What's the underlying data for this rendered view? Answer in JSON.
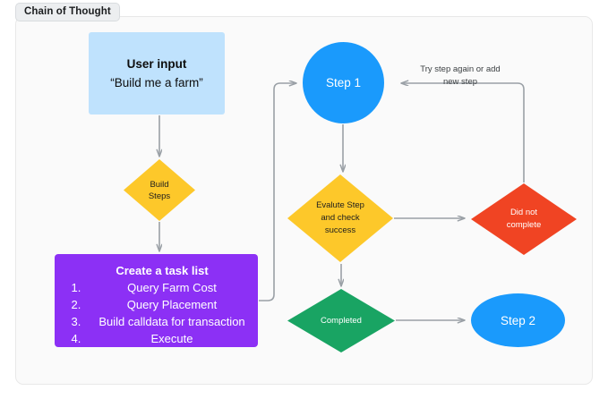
{
  "badge": {
    "label": "Chain of Thought"
  },
  "colors": {
    "canvas_bg": "#fafafa",
    "user_input": "#bfe2fd",
    "task_list": "#8c30f5",
    "decision_yellow": "#fdc82a",
    "error_red": "#f04423",
    "success_green": "#19a463",
    "step_blue": "#1a9afc",
    "edge_gray": "#9aa0a6"
  },
  "nodes": {
    "user_input": {
      "title": "User input",
      "subtitle": "“Build me a farm”",
      "shape": "rectangle"
    },
    "build_steps": {
      "line1": "Build",
      "line2": "Steps",
      "shape": "diamond"
    },
    "task_list": {
      "title": "Create a task list",
      "items": [
        "Query Farm Cost",
        "Query Placement",
        "Build calldata for transaction",
        "Execute"
      ],
      "shape": "rectangle"
    },
    "step1": {
      "label": "Step 1",
      "shape": "circle"
    },
    "evaluate": {
      "line1": "Evalute Step",
      "line2": "and check",
      "line3": "success",
      "shape": "diamond"
    },
    "did_not_complete": {
      "line1": "Did not",
      "line2": "complete",
      "shape": "diamond"
    },
    "completed": {
      "label": "Completed",
      "shape": "diamond"
    },
    "step2": {
      "label": "Step 2",
      "shape": "ellipse"
    }
  },
  "edges": {
    "retry_label_line1": "Try step again or add",
    "retry_label_line2": "new step"
  }
}
